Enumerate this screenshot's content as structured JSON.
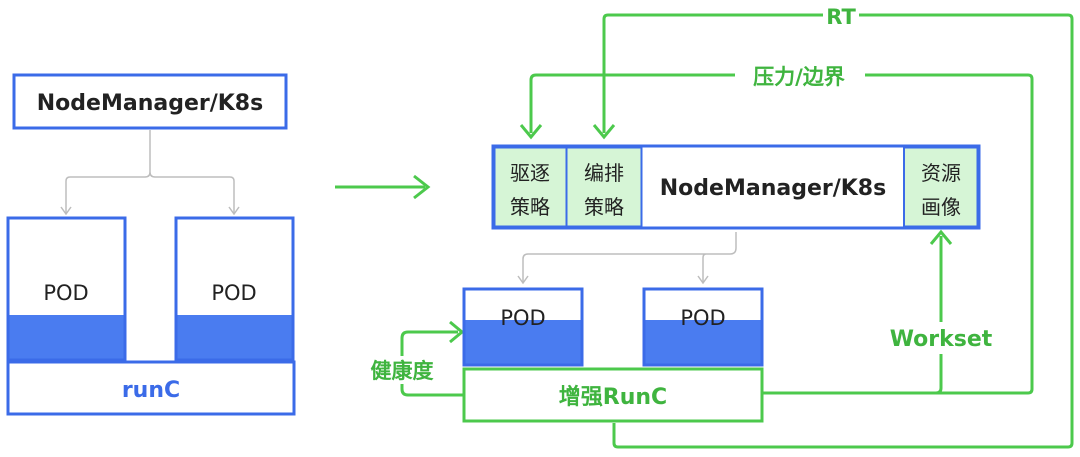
{
  "colors": {
    "blue": "#3b6be8",
    "blue_fill": "#4a7cf0",
    "green": "#4cc94c",
    "green_fill": "#d6f5d6",
    "green_text": "#3fb43f",
    "gray_line": "#bdbdbd",
    "text": "#222222"
  },
  "left": {
    "manager": "NodeManager/K8s",
    "pod1": "POD",
    "pod2": "POD",
    "runtime": "runC"
  },
  "right": {
    "evict_line1": "驱逐",
    "evict_line2": "策略",
    "schedule_line1": "编排",
    "schedule_line2": "策略",
    "manager": "NodeManager/K8s",
    "profile_line1": "资源",
    "profile_line2": "画像",
    "pod1": "POD",
    "pod2": "POD",
    "runtime": "增强RunC"
  },
  "labels": {
    "rt": "RT",
    "pressure": "压力/边界",
    "health": "健康度",
    "workset": "Workset"
  }
}
